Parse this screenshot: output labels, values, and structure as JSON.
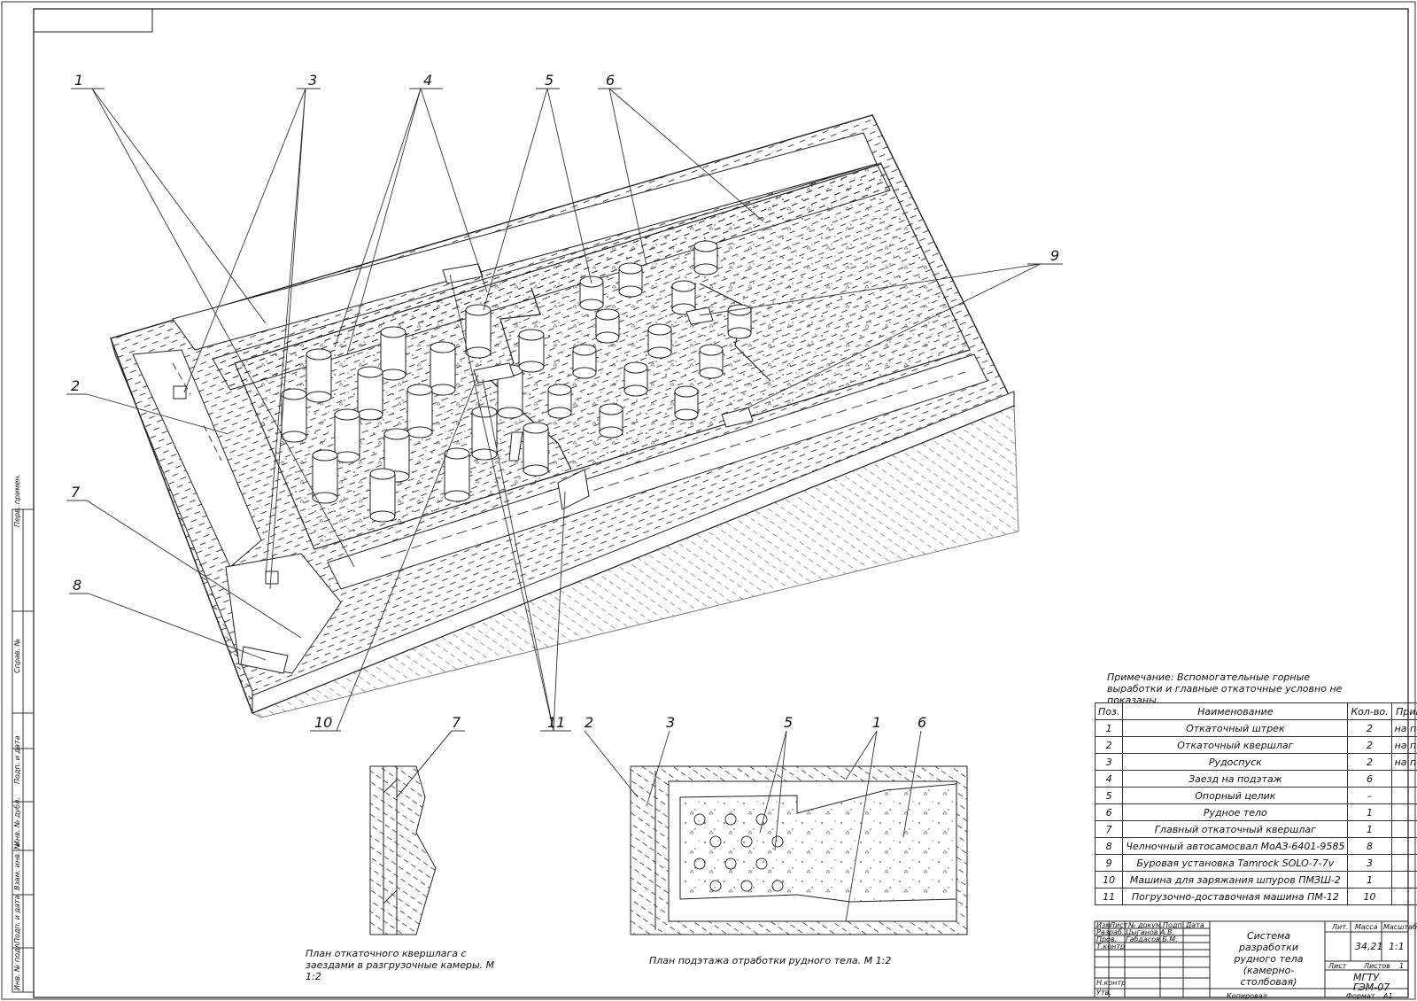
{
  "callouts": [
    "1",
    "2",
    "3",
    "4",
    "5",
    "6",
    "7",
    "8",
    "9",
    "10",
    "11"
  ],
  "plan_callouts": {
    "plan1": [
      "7"
    ],
    "plan2": [
      "2",
      "3",
      "5",
      "1",
      "6"
    ]
  },
  "note": "Примечание: Вспомогательные горные выработки и главные откаточные условно не показаны.",
  "table": {
    "headers": [
      "Поз.",
      "Наименование",
      "Кол-во.",
      "Примечание"
    ],
    "rows": [
      [
        "1",
        "Откаточный штрек",
        "2",
        "на подэтаже"
      ],
      [
        "2",
        "Откаточный квершлаг",
        "2",
        "на подэтаже"
      ],
      [
        "3",
        "Рудоспуск",
        "2",
        "на подэтаже"
      ],
      [
        "4",
        "Заезд на подэтаж",
        "6",
        ""
      ],
      [
        "5",
        "Опорный целик",
        "–",
        ""
      ],
      [
        "6",
        "Рудное тело",
        "1",
        ""
      ],
      [
        "7",
        "Главный откаточный квершлаг",
        "1",
        ""
      ],
      [
        "8",
        "Челночный автосамосвал МоАЗ-6401-9585",
        "8",
        ""
      ],
      [
        "9",
        "Буровая установка Tamrock SOLO-7-7v",
        "3",
        ""
      ],
      [
        "10",
        "Машина для заряжания шпуров ПМЗШ-2",
        "1",
        ""
      ],
      [
        "11",
        "Погрузочно-доставочная машина ПМ-12",
        "10",
        ""
      ]
    ]
  },
  "captions": {
    "plan1": "План откаточного квершлага с заездами в разгрузочные камеры. М 1:2",
    "plan2": "План подэтажа отработки рудного тела. М 1:2"
  },
  "title_block": {
    "title": "Система разработки рудного тела (камерно-столбовая)",
    "row_labels": [
      "Изм",
      "Лист",
      "№ докум.",
      "Подп.",
      "Дата"
    ],
    "developed_label": "Разраб.",
    "developer": "Цыганов А.В.",
    "checked_label": "Пров.",
    "checker": "Габдасов Б.М.",
    "tech_label": "Т.контр",
    "norm_label": "Н.контр",
    "approved_label": "Утв.",
    "lit_label": "Лит.",
    "mass_label": "Масса",
    "scale_label": "Масштаб",
    "mass": "34,21",
    "scale": "1:1",
    "sheet_label": "Лист",
    "sheets_label": "Листов",
    "sheets": "1",
    "org": "МГТУ",
    "code": "ГЭМ-07",
    "copied": "Копировал",
    "format_label": "Формат",
    "format": "А1"
  },
  "side_labels": [
    "Перв. примен.",
    "Справ. №",
    "Подп. и дата",
    "Инв. № дубл.",
    "Взам. инв. №",
    "Подп. и дата",
    "Инв. № подл."
  ]
}
